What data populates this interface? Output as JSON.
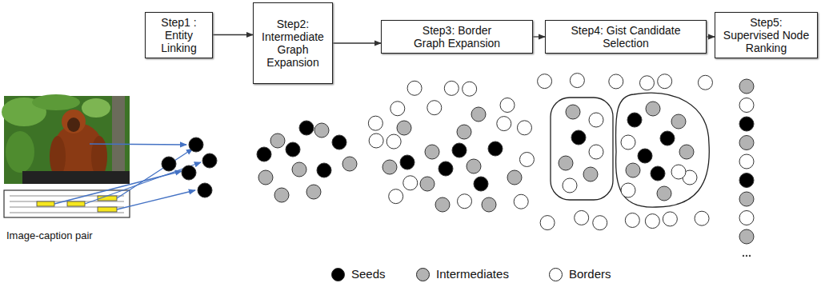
{
  "diagram": {
    "nodes": [
      {
        "text": [
          "Step1 : Entity Linking"
        ]
      },
      {
        "text": [
          "Step2: Intermediate Graph Expansion"
        ]
      },
      {
        "text": [
          "Step3: Border Graph Expansion"
        ]
      },
      {
        "text": [
          "Step4: Gist Candidate Selection"
        ]
      },
      {
        "text": [
          "Step5: Supervised Node Ranking"
        ]
      }
    ],
    "edges": [
      {
        "from": 0,
        "to": 1,
        "arrow": "to"
      },
      {
        "from": 1,
        "to": 2,
        "arrow": "to"
      },
      {
        "from": 2,
        "to": 3,
        "arrow": "to"
      },
      {
        "from": 3,
        "to": 4,
        "arrow": "to"
      }
    ],
    "labels": [
      "Image-caption pair"
    ],
    "legend": [
      {
        "text": "Seeds",
        "color": "#000000"
      },
      {
        "text": "Intermediates",
        "color": "#b3b3b3"
      },
      {
        "text": "Borders",
        "color": "#ffffff"
      }
    ]
  }
}
